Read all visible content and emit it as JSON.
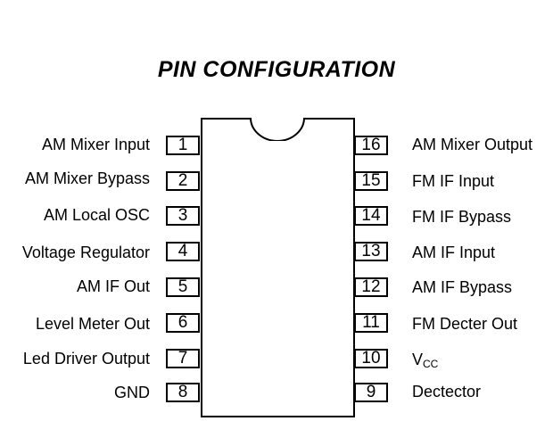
{
  "title": "PIN CONFIGURATION",
  "left_pins": [
    {
      "num": "1",
      "label": "AM Mixer Input"
    },
    {
      "num": "2",
      "label": "AM Mixer Bypass"
    },
    {
      "num": "3",
      "label": "AM Local OSC"
    },
    {
      "num": "4",
      "label": "Voltage Regulator"
    },
    {
      "num": "5",
      "label": "AM IF Out"
    },
    {
      "num": "6",
      "label": "Level Meter Out"
    },
    {
      "num": "7",
      "label": "Led Driver Output"
    },
    {
      "num": "8",
      "label": "GND"
    }
  ],
  "right_pins": [
    {
      "num": "16",
      "label": "AM Mixer Output"
    },
    {
      "num": "15",
      "label": "FM IF Input"
    },
    {
      "num": "14",
      "label": "FM IF Bypass"
    },
    {
      "num": "13",
      "label": "AM IF Input"
    },
    {
      "num": "12",
      "label": "AM IF Bypass"
    },
    {
      "num": "11",
      "label": "FM Decter Out"
    },
    {
      "num": "10",
      "label": "V",
      "sub": "CC"
    },
    {
      "num": "9",
      "label": "Dectector"
    }
  ]
}
